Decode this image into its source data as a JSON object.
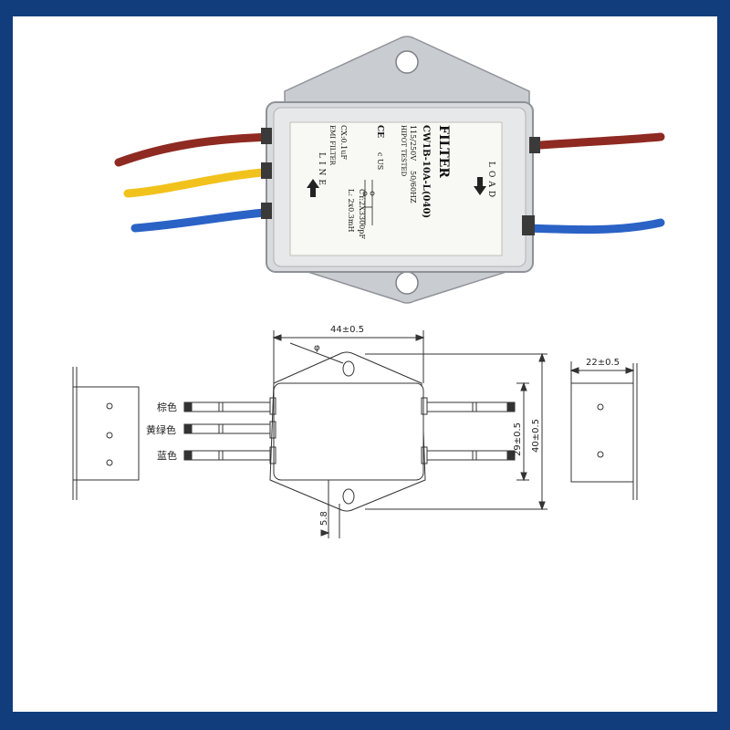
{
  "photo": {
    "label": {
      "filter": "FILTER",
      "emi_filter": "EMI FILTER",
      "line": "LINE",
      "load": "LOAD",
      "model": "CW1B-10A-L(040)",
      "rating_v": "115/250V",
      "rating_hz": "50/60HZ",
      "hipot": "HIPOT TESTED",
      "cx": "CX:0.1uF",
      "cy": "CY:2X3300pF",
      "l": "L: 2x0.3mH",
      "cert_us": "c US",
      "ce": "CE"
    },
    "wire_colors": {
      "brown": "#8e2a22",
      "yellow": "#f2c21c",
      "blue": "#2a62c6"
    }
  },
  "drawing": {
    "dim_width": "44±0.5",
    "dim_height_outer": "40±0.5",
    "dim_height_inner": "29±0.5",
    "dim_depth": "22±0.5",
    "dim_offset": "5.8",
    "hole_symbol": "φ",
    "wire_labels": [
      "棕色",
      "黄绿色",
      "蓝色"
    ]
  },
  "colors": {
    "border": "#113d7c",
    "background": "#ffffff"
  }
}
